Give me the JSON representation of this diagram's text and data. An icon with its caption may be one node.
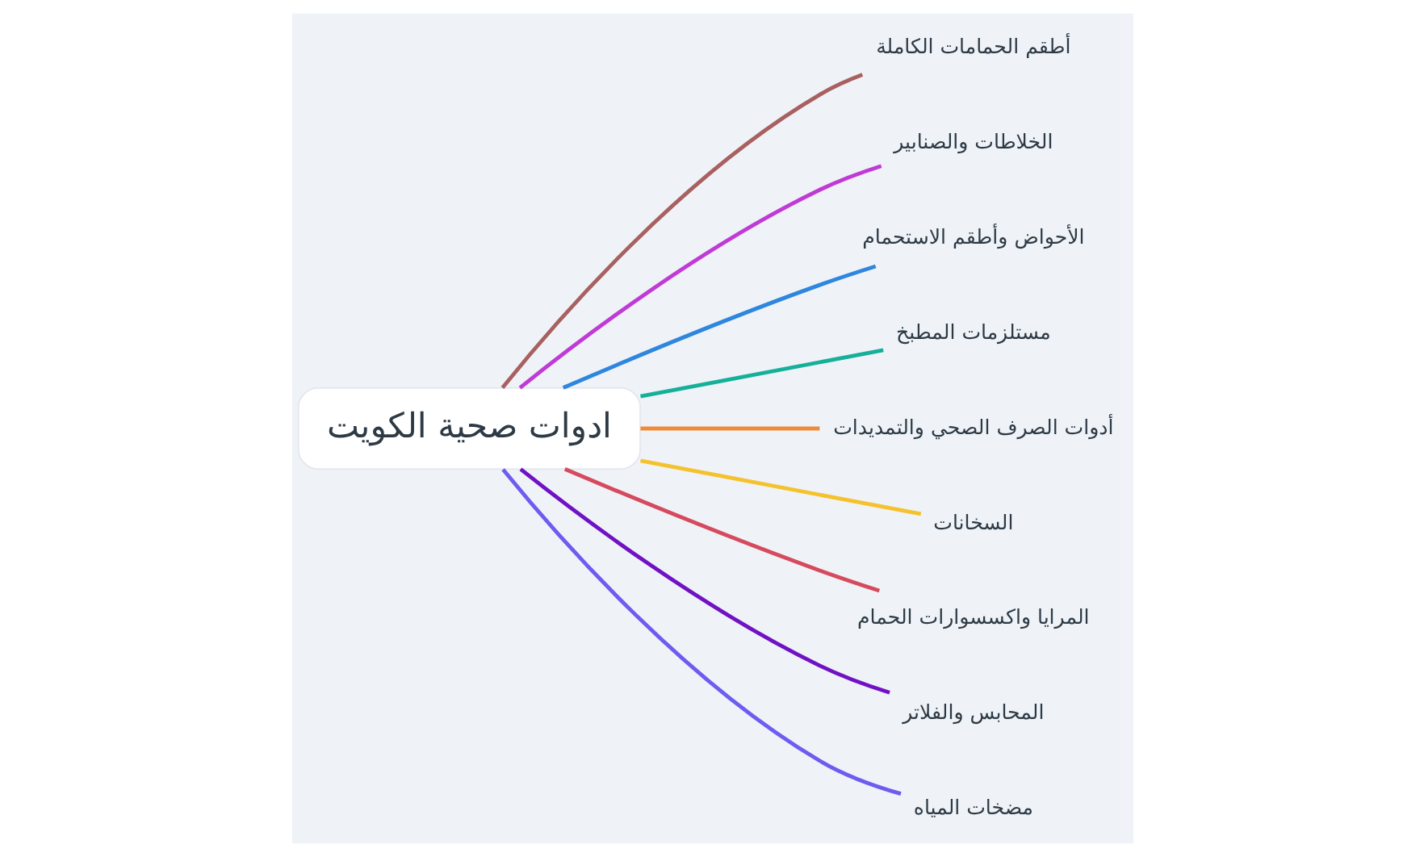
{
  "diagram": {
    "nodes": [
      {
        "text": [
          "ادوات صحية الكويت"
        ]
      },
      {
        "text": [
          "أطقم الحمامات الكاملة"
        ]
      },
      {
        "text": [
          "الخلاطات والصنابير"
        ]
      },
      {
        "text": [
          "الأحواض وأطقم الاستحمام"
        ]
      },
      {
        "text": [
          "مستلزمات المطبخ"
        ]
      },
      {
        "text": [
          "أدوات الصرف الصحي والتمديدات"
        ]
      },
      {
        "text": [
          "السخانات"
        ]
      },
      {
        "text": [
          "المرايا واكسسوارات الحمام"
        ]
      },
      {
        "text": [
          "المحابس والفلاتر"
        ]
      },
      {
        "text": [
          "مضخات المياه"
        ]
      }
    ],
    "edges": [
      {
        "from": 0,
        "to": 1,
        "arrow": "none",
        "color": "#a86060"
      },
      {
        "from": 0,
        "to": 2,
        "arrow": "none",
        "color": "#c03ad6"
      },
      {
        "from": 0,
        "to": 3,
        "arrow": "none",
        "color": "#2e86de"
      },
      {
        "from": 0,
        "to": 4,
        "arrow": "none",
        "color": "#16b09a"
      },
      {
        "from": 0,
        "to": 5,
        "arrow": "none",
        "color": "#ef8a3a"
      },
      {
        "from": 0,
        "to": 6,
        "arrow": "none",
        "color": "#f5c22e"
      },
      {
        "from": 0,
        "to": 7,
        "arrow": "none",
        "color": "#d64a5e"
      },
      {
        "from": 0,
        "to": 8,
        "arrow": "none",
        "color": "#7012c4"
      },
      {
        "from": 0,
        "to": 9,
        "arrow": "none",
        "color": "#6c5cf0"
      }
    ]
  }
}
